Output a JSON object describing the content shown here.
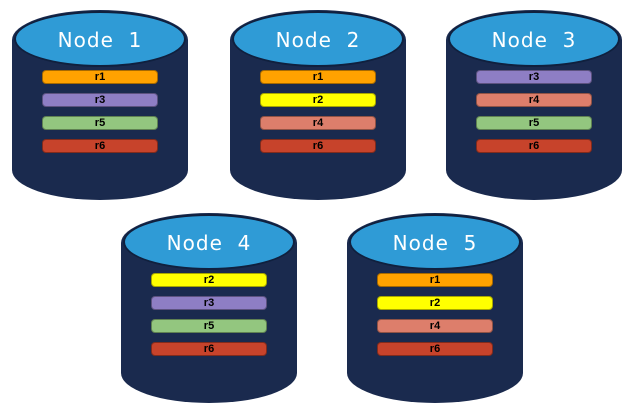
{
  "diagram": {
    "background": "#FFFFFF"
  },
  "colors": {
    "cylinder_body": "#1A2A4E",
    "cylinder_top": "#2F9BD6",
    "cylinder_outline": "#10203E",
    "node_label_text": "#FFFFFF",
    "bar_label_text": "#000000",
    "replicas": {
      "r1": "#FFA200",
      "r2": "#FFFF00",
      "r3": "#8E7EC4",
      "r4": "#DD7E6B",
      "r5": "#93C67F",
      "r6": "#C7432B"
    }
  },
  "nodes": [
    {
      "label": "Node  1",
      "replicas": [
        "r1",
        "r3",
        "r5",
        "r6"
      ]
    },
    {
      "label": "Node  2",
      "replicas": [
        "r1",
        "r2",
        "r4",
        "r6"
      ]
    },
    {
      "label": "Node  3",
      "replicas": [
        "r3",
        "r4",
        "r5",
        "r6"
      ]
    },
    {
      "label": "Node  4",
      "replicas": [
        "r2",
        "r3",
        "r5",
        "r6"
      ]
    },
    {
      "label": "Node  5",
      "replicas": [
        "r1",
        "r2",
        "r4",
        "r6"
      ]
    }
  ]
}
